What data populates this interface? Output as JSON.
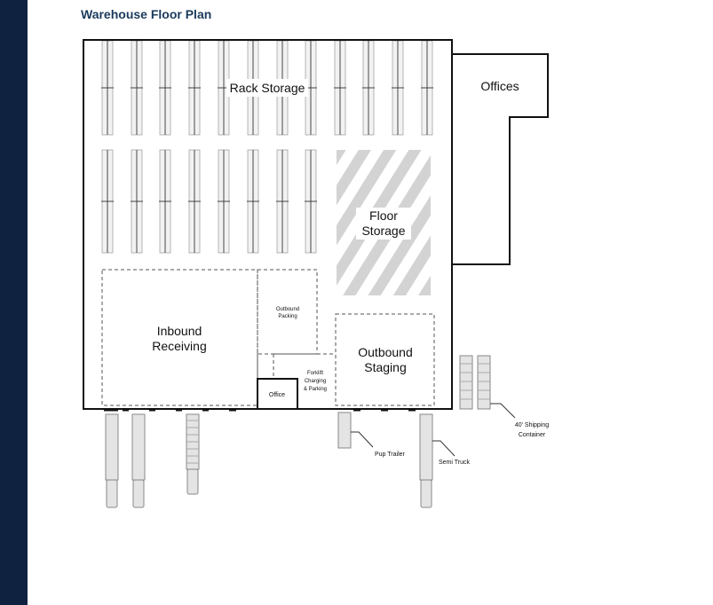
{
  "page": {
    "title": "Warehouse Floor Plan"
  },
  "colors": {
    "sidebar": "#0f2340",
    "title": "#1a3a5c",
    "walls": "#111111",
    "stripes": "#d3d3d3",
    "vehicle": "#e4e4e4"
  },
  "zones": {
    "rack_storage": "Rack Storage",
    "offices": "Offices",
    "floor_storage": [
      "Floor",
      "Storage"
    ],
    "inbound_receiving": [
      "Inbound",
      "Receiving"
    ],
    "outbound_packing": [
      "Outbound",
      "Packing"
    ],
    "outbound_staging": [
      "Outbound",
      "Staging"
    ],
    "office": "Office",
    "forklift": [
      "Forklift",
      "Charging",
      "& Parking"
    ]
  },
  "callouts": {
    "pup_trailer": "Pup Trailer",
    "semi_truck": "Semi Truck",
    "shipping_container": [
      "40' Shipping",
      "Container"
    ]
  }
}
